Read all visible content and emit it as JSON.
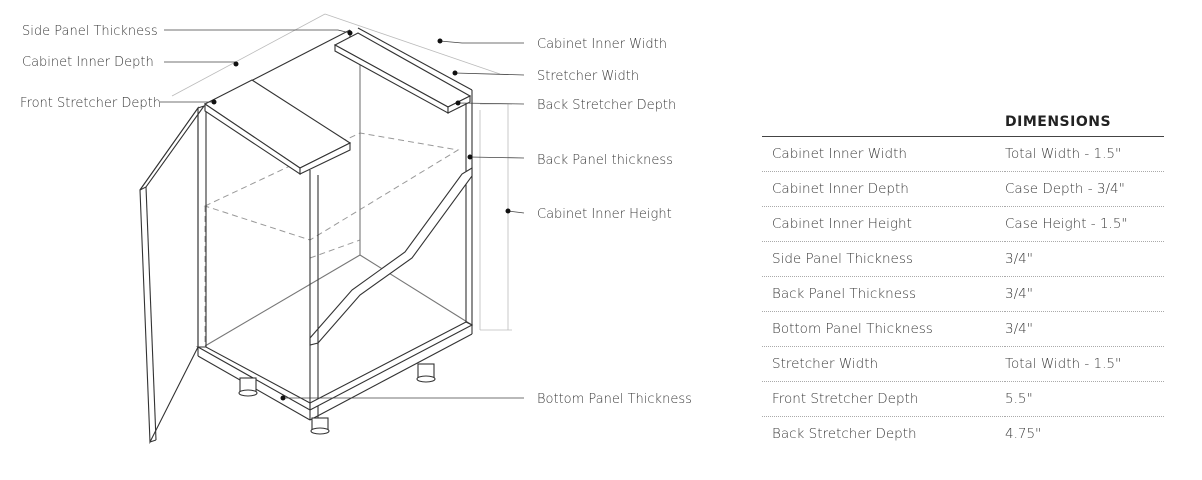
{
  "labels": {
    "side_panel_thickness": "Side Panel Thickness",
    "cabinet_inner_depth": "Cabinet Inner Depth",
    "front_stretcher_depth": "Front Stretcher Depth",
    "cabinet_inner_width": "Cabinet Inner Width",
    "stretcher_width": "Stretcher Width",
    "back_stretcher_depth": "Back Stretcher Depth",
    "back_panel_thickness": "Back Panel thickness",
    "cabinet_inner_height": "Cabinet Inner Height",
    "bottom_panel_thickness": "Bottom Panel Thickness"
  },
  "table": {
    "header_left": "",
    "header_right": "DIMENSIONS",
    "rows": [
      {
        "name": "Cabinet Inner Width",
        "value": "Total Width  - 1.5\""
      },
      {
        "name": "Cabinet Inner Depth",
        "value": "Case Depth  - 3/4\""
      },
      {
        "name": "Cabinet Inner Height",
        "value": "Case Height  - 1.5\""
      },
      {
        "name": "Side Panel Thickness",
        "value": "3/4\""
      },
      {
        "name": "Back Panel Thickness",
        "value": "3/4\""
      },
      {
        "name": "Bottom Panel Thickness",
        "value": "3/4\""
      },
      {
        "name": "Stretcher Width",
        "value": "Total Width  - 1.5\""
      },
      {
        "name": "Front Stretcher Depth",
        "value": "5.5\""
      },
      {
        "name": "Back Stretcher Depth",
        "value": "4.75\""
      }
    ]
  }
}
